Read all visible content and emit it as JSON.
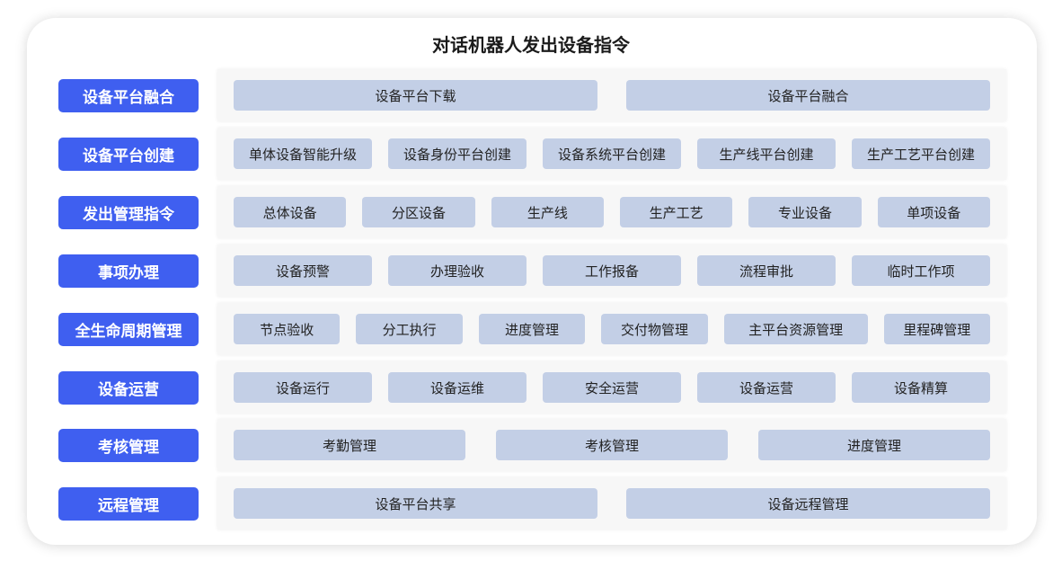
{
  "title": "对话机器人发出设备指令",
  "rows": [
    {
      "label": "设备平台融合",
      "items": [
        "设备平台下载",
        "设备平台融合"
      ]
    },
    {
      "label": "设备平台创建",
      "items": [
        "单体设备智能升级",
        "设备身份平台创建",
        "设备系统平台创建",
        "生产线平台创建",
        "生产工艺平台创建"
      ]
    },
    {
      "label": "发出管理指令",
      "items": [
        "总体设备",
        "分区设备",
        "生产线",
        "生产工艺",
        "专业设备",
        "单项设备"
      ]
    },
    {
      "label": "事项办理",
      "items": [
        "设备预警",
        "办理验收",
        "工作报备",
        "流程审批",
        "临时工作项"
      ]
    },
    {
      "label": "全生命周期管理",
      "items": [
        "节点验收",
        "分工执行",
        "进度管理",
        "交付物管理",
        "主平台资源管理",
        "里程碑管理"
      ]
    },
    {
      "label": "设备运营",
      "items": [
        "设备运行",
        "设备运维",
        "安全运营",
        "设备运营",
        "设备精算"
      ]
    },
    {
      "label": "考核管理",
      "items": [
        "考勤管理",
        "考核管理",
        "进度管理"
      ]
    },
    {
      "label": "远程管理",
      "items": [
        "设备平台共享",
        "设备远程管理"
      ]
    }
  ]
}
